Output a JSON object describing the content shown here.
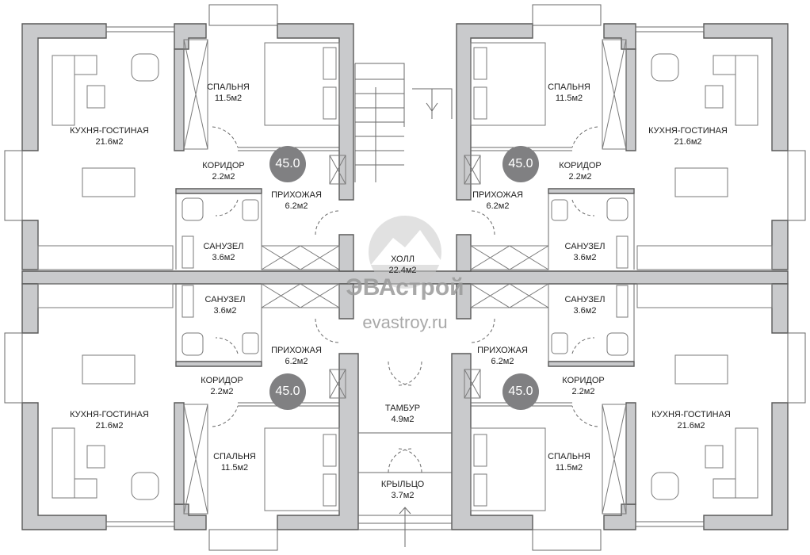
{
  "badges": [
    "45.0",
    "45.0",
    "45.0",
    "45.0"
  ],
  "rooms": {
    "tl_bed": {
      "name": "СПАЛЬНЯ",
      "area": "11.5м2"
    },
    "tl_kitch": {
      "name": "КУХНЯ-ГОСТИНАЯ",
      "area": "21.6м2"
    },
    "tl_corr": {
      "name": "КОРИДОР",
      "area": "2.2м2"
    },
    "tl_hall": {
      "name": "ПРИХОЖАЯ",
      "area": "6.2м2"
    },
    "tl_bath": {
      "name": "САНУЗЕЛ",
      "area": "3.6м2"
    },
    "tr_bed": {
      "name": "СПАЛЬНЯ",
      "area": "11.5м2"
    },
    "tr_kitch": {
      "name": "КУХНЯ-ГОСТИНАЯ",
      "area": "21.6м2"
    },
    "tr_corr": {
      "name": "КОРИДОР",
      "area": "2.2м2"
    },
    "tr_hall": {
      "name": "ПРИХОЖАЯ",
      "area": "6.2м2"
    },
    "tr_bath": {
      "name": "САНУЗЕЛ",
      "area": "3.6м2"
    },
    "bl_bath": {
      "name": "САНУЗЕЛ",
      "area": "3.6м2"
    },
    "bl_hall": {
      "name": "ПРИХОЖАЯ",
      "area": "6.2м2"
    },
    "bl_corr": {
      "name": "КОРИДОР",
      "area": "2.2м2"
    },
    "bl_kitch": {
      "name": "КУХНЯ-ГОСТИНАЯ",
      "area": "21.6м2"
    },
    "bl_bed": {
      "name": "СПАЛЬНЯ",
      "area": "11.5м2"
    },
    "br_bath": {
      "name": "САНУЗЕЛ",
      "area": "3.6м2"
    },
    "br_hall": {
      "name": "ПРИХОЖАЯ",
      "area": "6.2м2"
    },
    "br_corr": {
      "name": "КОРИДОР",
      "area": "2.2м2"
    },
    "br_kitch": {
      "name": "КУХНЯ-ГОСТИНАЯ",
      "area": "21.6м2"
    },
    "br_bed": {
      "name": "СПАЛЬНЯ",
      "area": "11.5м2"
    },
    "hall": {
      "name": "ХОЛЛ",
      "area": "22.4м2"
    },
    "vestibule": {
      "name": "ТАМБУР",
      "area": "4.9м2"
    },
    "porch": {
      "name": "КРЫЛЬЦО",
      "area": "3.7м2"
    }
  },
  "watermark": {
    "brand": "ЭВАстрой",
    "site": "evastroy.ru"
  }
}
